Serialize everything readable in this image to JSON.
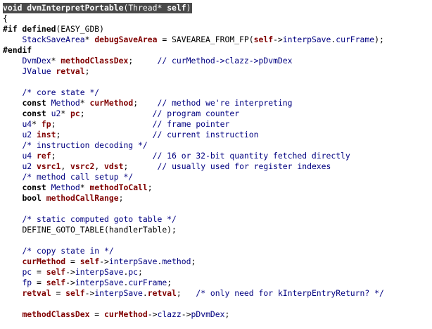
{
  "code": {
    "lines": [
      {
        "selected": true,
        "tokens": [
          {
            "t": "kw",
            "s": "void"
          },
          {
            "t": "p",
            "s": " "
          },
          {
            "t": "kw",
            "s": "dvmInterpretPortable"
          },
          {
            "t": "p",
            "s": "("
          },
          {
            "t": "p",
            "s": "Thread"
          },
          {
            "t": "p",
            "s": "* "
          },
          {
            "t": "kw",
            "s": "self"
          },
          {
            "t": "p",
            "s": ")"
          }
        ]
      },
      {
        "tokens": [
          {
            "t": "p",
            "s": "{"
          }
        ]
      },
      {
        "tokens": [
          {
            "t": "pp",
            "s": "#if defined"
          },
          {
            "t": "p",
            "s": "(EASY_GDB)"
          }
        ]
      },
      {
        "tokens": [
          {
            "t": "p",
            "s": "    "
          },
          {
            "t": "ty",
            "s": "StackSaveArea"
          },
          {
            "t": "p",
            "s": "* "
          },
          {
            "t": "var",
            "s": "debugSaveArea"
          },
          {
            "t": "p",
            "s": " = "
          },
          {
            "t": "mc",
            "s": "SAVEAREA_FROM_FP"
          },
          {
            "t": "p",
            "s": "("
          },
          {
            "t": "var",
            "s": "self"
          },
          {
            "t": "p",
            "s": "->"
          },
          {
            "t": "id",
            "s": "interpSave"
          },
          {
            "t": "p",
            "s": "."
          },
          {
            "t": "id",
            "s": "curFrame"
          },
          {
            "t": "p",
            "s": ");"
          }
        ]
      },
      {
        "tokens": [
          {
            "t": "pp",
            "s": "#endif"
          }
        ]
      },
      {
        "tokens": [
          {
            "t": "p",
            "s": "    "
          },
          {
            "t": "ty",
            "s": "DvmDex"
          },
          {
            "t": "p",
            "s": "* "
          },
          {
            "t": "var",
            "s": "methodClassDex"
          },
          {
            "t": "p",
            "s": ";     "
          },
          {
            "t": "cm",
            "s": "// curMethod->clazz->pDvmDex"
          }
        ]
      },
      {
        "tokens": [
          {
            "t": "p",
            "s": "    "
          },
          {
            "t": "ty",
            "s": "JValue"
          },
          {
            "t": "p",
            "s": " "
          },
          {
            "t": "var",
            "s": "retval"
          },
          {
            "t": "p",
            "s": ";"
          }
        ]
      },
      {
        "tokens": [
          {
            "t": "p",
            "s": ""
          }
        ]
      },
      {
        "tokens": [
          {
            "t": "p",
            "s": "    "
          },
          {
            "t": "cm",
            "s": "/* core state */"
          }
        ]
      },
      {
        "tokens": [
          {
            "t": "p",
            "s": "    "
          },
          {
            "t": "kw",
            "s": "const"
          },
          {
            "t": "p",
            "s": " "
          },
          {
            "t": "ty",
            "s": "Method"
          },
          {
            "t": "p",
            "s": "* "
          },
          {
            "t": "var",
            "s": "curMethod"
          },
          {
            "t": "p",
            "s": ";    "
          },
          {
            "t": "cm",
            "s": "// method we're interpreting"
          }
        ]
      },
      {
        "tokens": [
          {
            "t": "p",
            "s": "    "
          },
          {
            "t": "kw",
            "s": "const"
          },
          {
            "t": "p",
            "s": " "
          },
          {
            "t": "ty",
            "s": "u2"
          },
          {
            "t": "p",
            "s": "* "
          },
          {
            "t": "var",
            "s": "pc"
          },
          {
            "t": "p",
            "s": ";              "
          },
          {
            "t": "cm",
            "s": "// program counter"
          }
        ]
      },
      {
        "tokens": [
          {
            "t": "p",
            "s": "    "
          },
          {
            "t": "ty",
            "s": "u4"
          },
          {
            "t": "p",
            "s": "* "
          },
          {
            "t": "var",
            "s": "fp"
          },
          {
            "t": "p",
            "s": ";                    "
          },
          {
            "t": "cm",
            "s": "// frame pointer"
          }
        ]
      },
      {
        "tokens": [
          {
            "t": "p",
            "s": "    "
          },
          {
            "t": "ty",
            "s": "u2"
          },
          {
            "t": "p",
            "s": " "
          },
          {
            "t": "var",
            "s": "inst"
          },
          {
            "t": "p",
            "s": ";                   "
          },
          {
            "t": "cm",
            "s": "// current instruction"
          }
        ]
      },
      {
        "tokens": [
          {
            "t": "p",
            "s": "    "
          },
          {
            "t": "cm",
            "s": "/* instruction decoding */"
          }
        ]
      },
      {
        "tokens": [
          {
            "t": "p",
            "s": "    "
          },
          {
            "t": "ty",
            "s": "u4"
          },
          {
            "t": "p",
            "s": " "
          },
          {
            "t": "var",
            "s": "ref"
          },
          {
            "t": "p",
            "s": ";                    "
          },
          {
            "t": "cm",
            "s": "// 16 or 32-bit quantity fetched directly"
          }
        ]
      },
      {
        "tokens": [
          {
            "t": "p",
            "s": "    "
          },
          {
            "t": "ty",
            "s": "u2"
          },
          {
            "t": "p",
            "s": " "
          },
          {
            "t": "var",
            "s": "vsrc1"
          },
          {
            "t": "p",
            "s": ", "
          },
          {
            "t": "var",
            "s": "vsrc2"
          },
          {
            "t": "p",
            "s": ", "
          },
          {
            "t": "var",
            "s": "vdst"
          },
          {
            "t": "p",
            "s": ";      "
          },
          {
            "t": "cm",
            "s": "// usually used for register indexes"
          }
        ]
      },
      {
        "tokens": [
          {
            "t": "p",
            "s": "    "
          },
          {
            "t": "cm",
            "s": "/* method call setup */"
          }
        ]
      },
      {
        "tokens": [
          {
            "t": "p",
            "s": "    "
          },
          {
            "t": "kw",
            "s": "const"
          },
          {
            "t": "p",
            "s": " "
          },
          {
            "t": "ty",
            "s": "Method"
          },
          {
            "t": "p",
            "s": "* "
          },
          {
            "t": "var",
            "s": "methodToCall"
          },
          {
            "t": "p",
            "s": ";"
          }
        ]
      },
      {
        "tokens": [
          {
            "t": "p",
            "s": "    "
          },
          {
            "t": "kw",
            "s": "bool"
          },
          {
            "t": "p",
            "s": " "
          },
          {
            "t": "var",
            "s": "methodCallRange"
          },
          {
            "t": "p",
            "s": ";"
          }
        ]
      },
      {
        "tokens": [
          {
            "t": "p",
            "s": ""
          }
        ]
      },
      {
        "tokens": [
          {
            "t": "p",
            "s": "    "
          },
          {
            "t": "cm",
            "s": "/* static computed goto table */"
          }
        ]
      },
      {
        "tokens": [
          {
            "t": "p",
            "s": "    "
          },
          {
            "t": "mc",
            "s": "DEFINE_GOTO_TABLE"
          },
          {
            "t": "p",
            "s": "(handlerTable);"
          }
        ]
      },
      {
        "tokens": [
          {
            "t": "p",
            "s": ""
          }
        ]
      },
      {
        "tokens": [
          {
            "t": "p",
            "s": "    "
          },
          {
            "t": "cm",
            "s": "/* copy state in */"
          }
        ]
      },
      {
        "tokens": [
          {
            "t": "p",
            "s": "    "
          },
          {
            "t": "var",
            "s": "curMethod"
          },
          {
            "t": "p",
            "s": " = "
          },
          {
            "t": "var",
            "s": "self"
          },
          {
            "t": "p",
            "s": "->"
          },
          {
            "t": "id",
            "s": "interpSave"
          },
          {
            "t": "p",
            "s": "."
          },
          {
            "t": "id",
            "s": "method"
          },
          {
            "t": "p",
            "s": ";"
          }
        ]
      },
      {
        "tokens": [
          {
            "t": "p",
            "s": "    "
          },
          {
            "t": "id",
            "s": "pc"
          },
          {
            "t": "p",
            "s": " = "
          },
          {
            "t": "var",
            "s": "self"
          },
          {
            "t": "p",
            "s": "->"
          },
          {
            "t": "id",
            "s": "interpSave"
          },
          {
            "t": "p",
            "s": "."
          },
          {
            "t": "id",
            "s": "pc"
          },
          {
            "t": "p",
            "s": ";"
          }
        ]
      },
      {
        "tokens": [
          {
            "t": "p",
            "s": "    "
          },
          {
            "t": "id",
            "s": "fp"
          },
          {
            "t": "p",
            "s": " = "
          },
          {
            "t": "var",
            "s": "self"
          },
          {
            "t": "p",
            "s": "->"
          },
          {
            "t": "id",
            "s": "interpSave"
          },
          {
            "t": "p",
            "s": "."
          },
          {
            "t": "id",
            "s": "curFrame"
          },
          {
            "t": "p",
            "s": ";"
          }
        ]
      },
      {
        "tokens": [
          {
            "t": "p",
            "s": "    "
          },
          {
            "t": "var",
            "s": "retval"
          },
          {
            "t": "p",
            "s": " = "
          },
          {
            "t": "var",
            "s": "self"
          },
          {
            "t": "p",
            "s": "->"
          },
          {
            "t": "id",
            "s": "interpSave"
          },
          {
            "t": "p",
            "s": "."
          },
          {
            "t": "var",
            "s": "retval"
          },
          {
            "t": "p",
            "s": ";   "
          },
          {
            "t": "cm",
            "s": "/* only need for kInterpEntryReturn? */"
          }
        ]
      },
      {
        "tokens": [
          {
            "t": "p",
            "s": ""
          }
        ]
      },
      {
        "tokens": [
          {
            "t": "p",
            "s": "    "
          },
          {
            "t": "var",
            "s": "methodClassDex"
          },
          {
            "t": "p",
            "s": " = "
          },
          {
            "t": "var",
            "s": "curMethod"
          },
          {
            "t": "p",
            "s": "->"
          },
          {
            "t": "id",
            "s": "clazz"
          },
          {
            "t": "p",
            "s": "->"
          },
          {
            "t": "id",
            "s": "pDvmDex"
          },
          {
            "t": "p",
            "s": ";"
          }
        ]
      }
    ]
  }
}
